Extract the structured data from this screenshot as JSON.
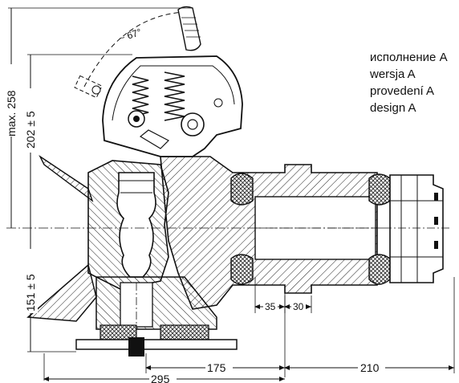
{
  "variant_labels": [
    "исполнение A",
    "wersja A",
    "provedení A",
    "design A"
  ],
  "dimensions": {
    "angle": "~ 67°",
    "max_height": "max. 258",
    "upper_height": "202 ± 5",
    "lower_height": "151 ± 5",
    "d35": "35",
    "d30": "30",
    "d175": "175",
    "d210": "210",
    "d295": "295"
  }
}
